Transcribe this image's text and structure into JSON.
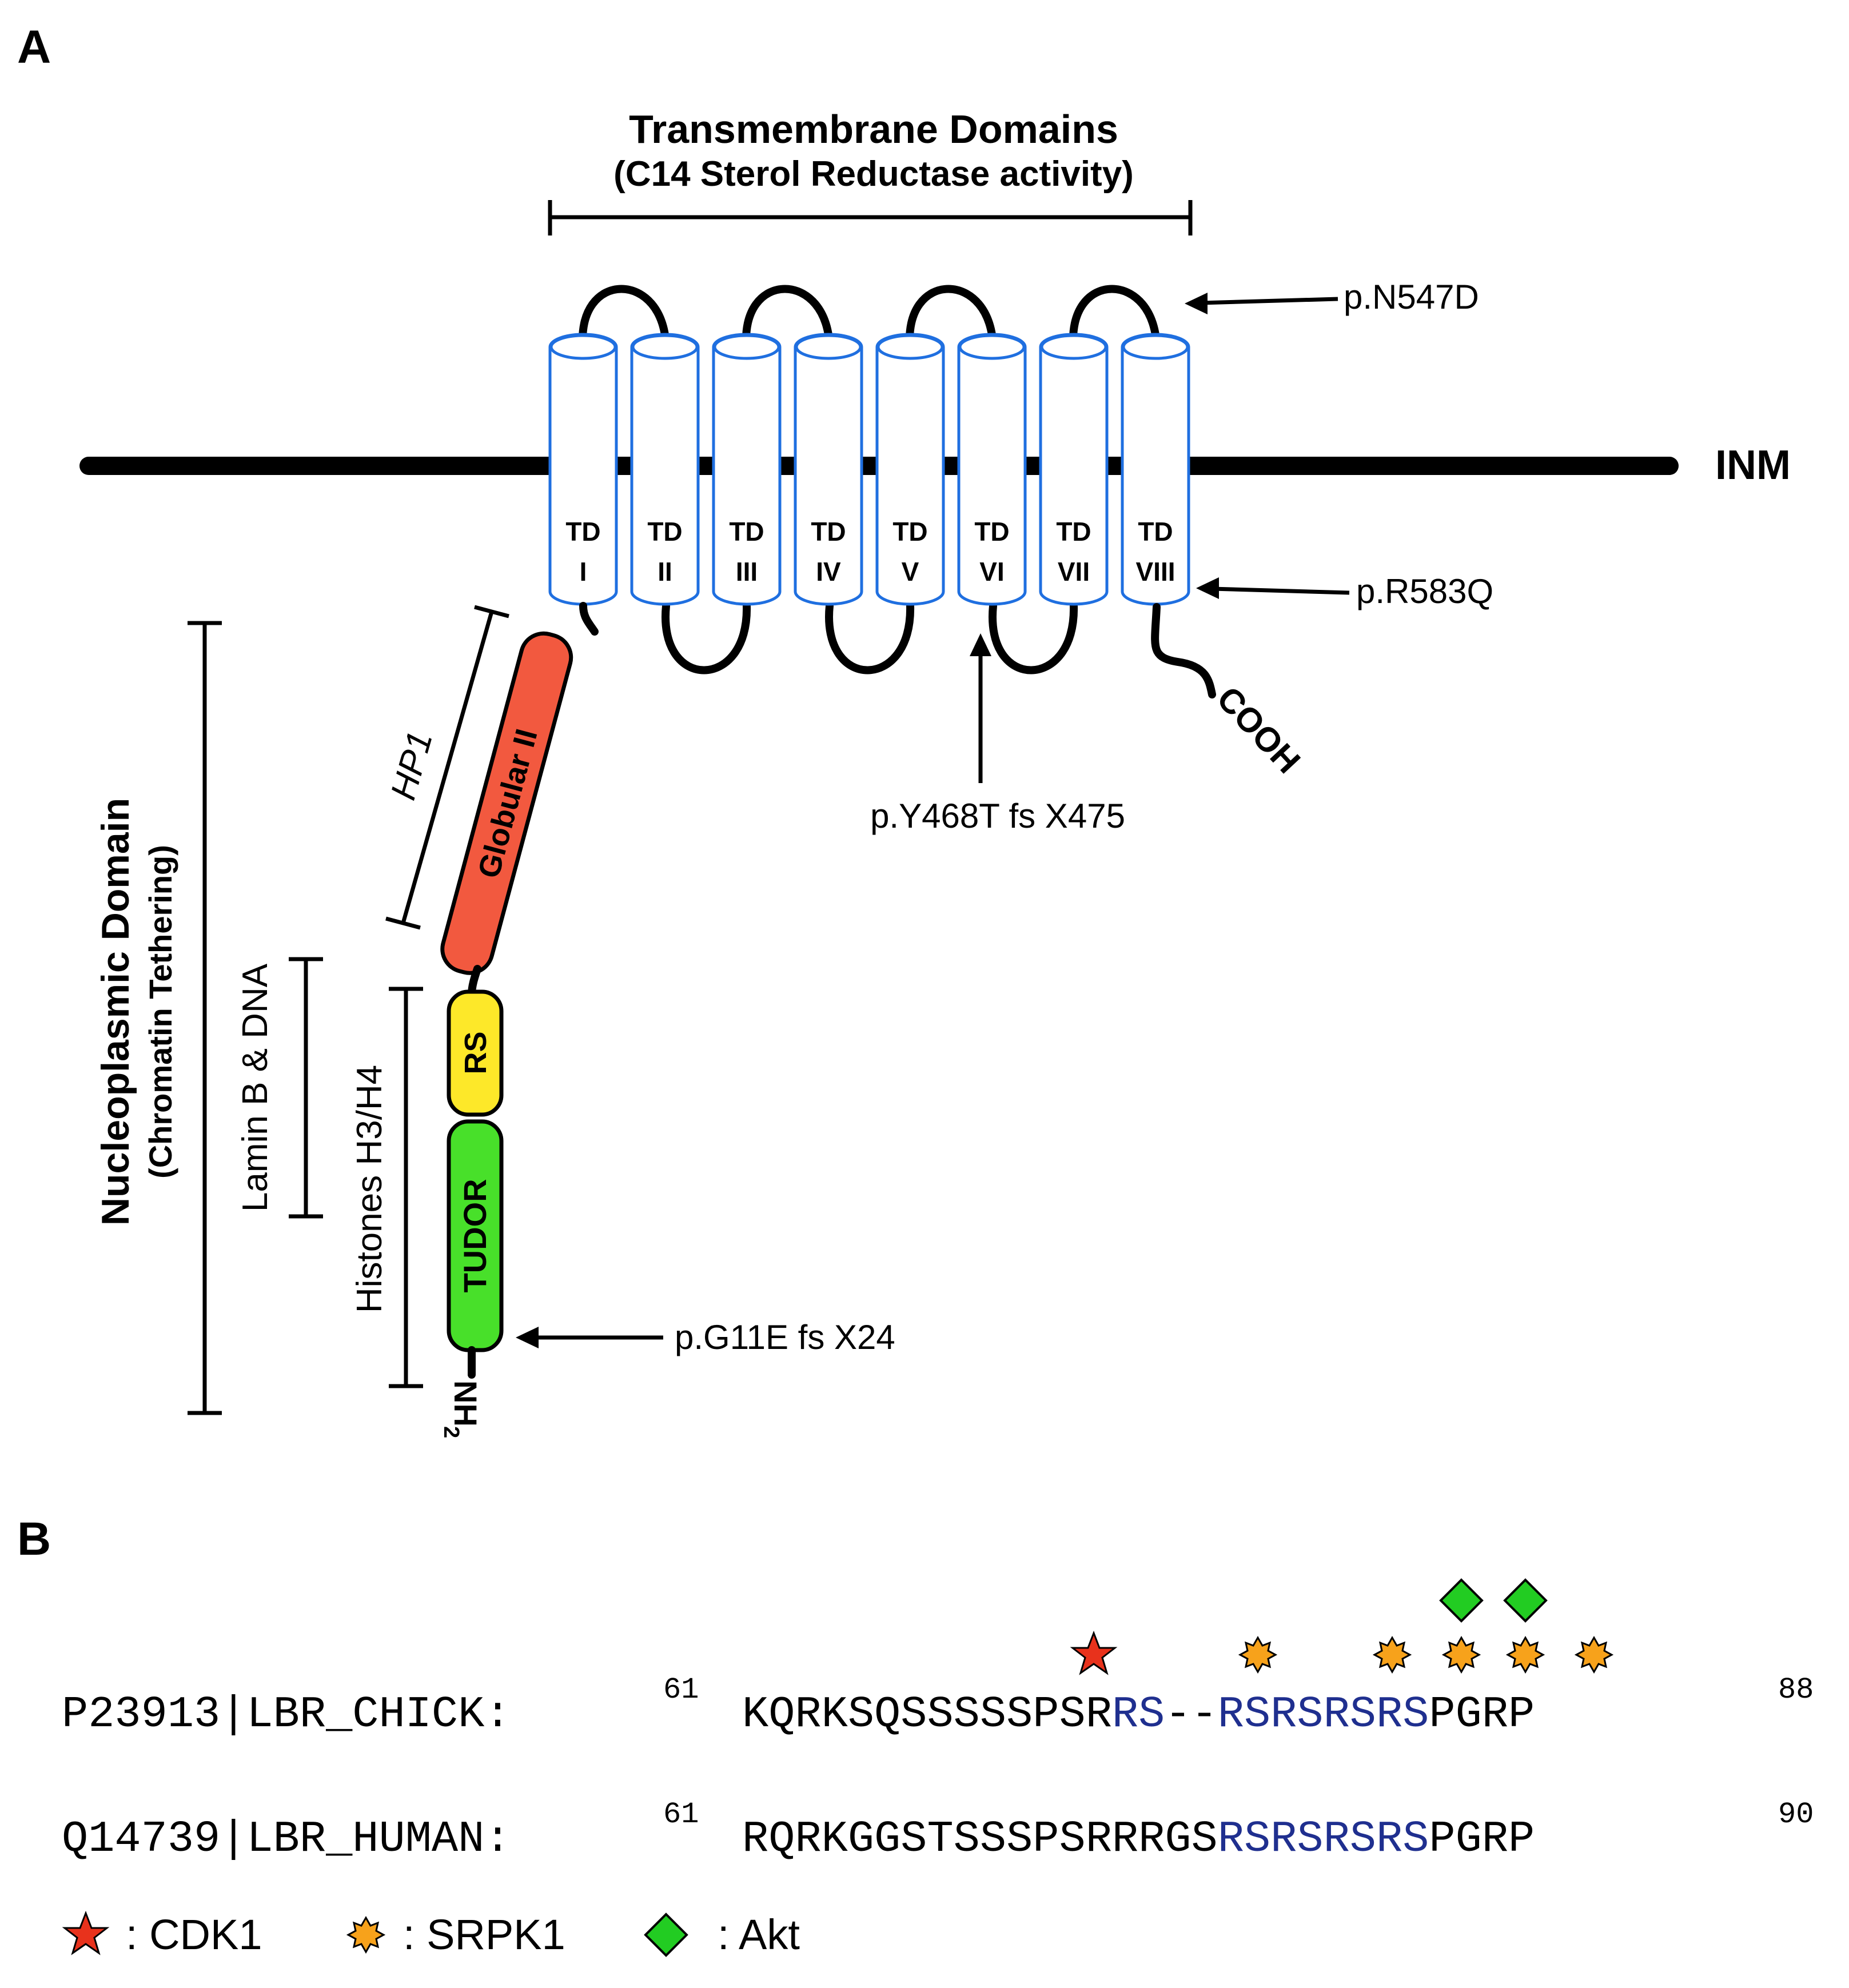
{
  "panel_a": {
    "label": "A",
    "tm_title": "Transmembrane Domains",
    "tm_subtitle": "(C14 Sterol Reductase activity)",
    "membrane_label": "INM",
    "td_prefix": "TD",
    "td_numerals": [
      "I",
      "II",
      "III",
      "IV",
      "V",
      "VI",
      "VII",
      "VIII"
    ],
    "mutations": {
      "n547d": "p.N547D",
      "r583q": "p.R583Q",
      "y468t": "p.Y468T fs X475",
      "g11e": "p.G11E fs X24"
    },
    "cooh": "COOH",
    "nh2_main": "NH",
    "nh2_sub": "2",
    "domains": {
      "globular": "Globular II",
      "rs": "RS",
      "tudor": "TUDOR"
    },
    "brackets": {
      "hp1": "HP1",
      "lamin": "Lamin B & DNA",
      "histones": "Histones H3/H4",
      "nucleo_title": "Nucleoplasmic Domain",
      "nucleo_sub": "(Chromatin Tethering)"
    }
  },
  "panel_b": {
    "label": "B",
    "chick": {
      "id": "P23913|LBR_CHICK:",
      "start": "61",
      "end": "88",
      "seq_pre": "KQRKSQSSSSSPSR",
      "seq_rs1": "RS",
      "seq_gap": "--",
      "seq_rs2": "RSRSRSRS",
      "seq_post": "PGRP"
    },
    "human": {
      "id": "Q14739|LBR_HUMAN:",
      "start": "61",
      "end": "90",
      "seq_pre": "RQRKGGSTSSSPSRRRGS",
      "seq_rs": "RSRSRSRS",
      "seq_post": "PGRP"
    },
    "legend": {
      "cdk1": ": CDK1",
      "srpk1": ": SRPK1",
      "akt": ": Akt"
    },
    "colors": {
      "cdk1": "#e8321c",
      "srpk1": "#f7a21b",
      "akt": "#22cc22",
      "rs_text": "#1f2f8f"
    }
  }
}
